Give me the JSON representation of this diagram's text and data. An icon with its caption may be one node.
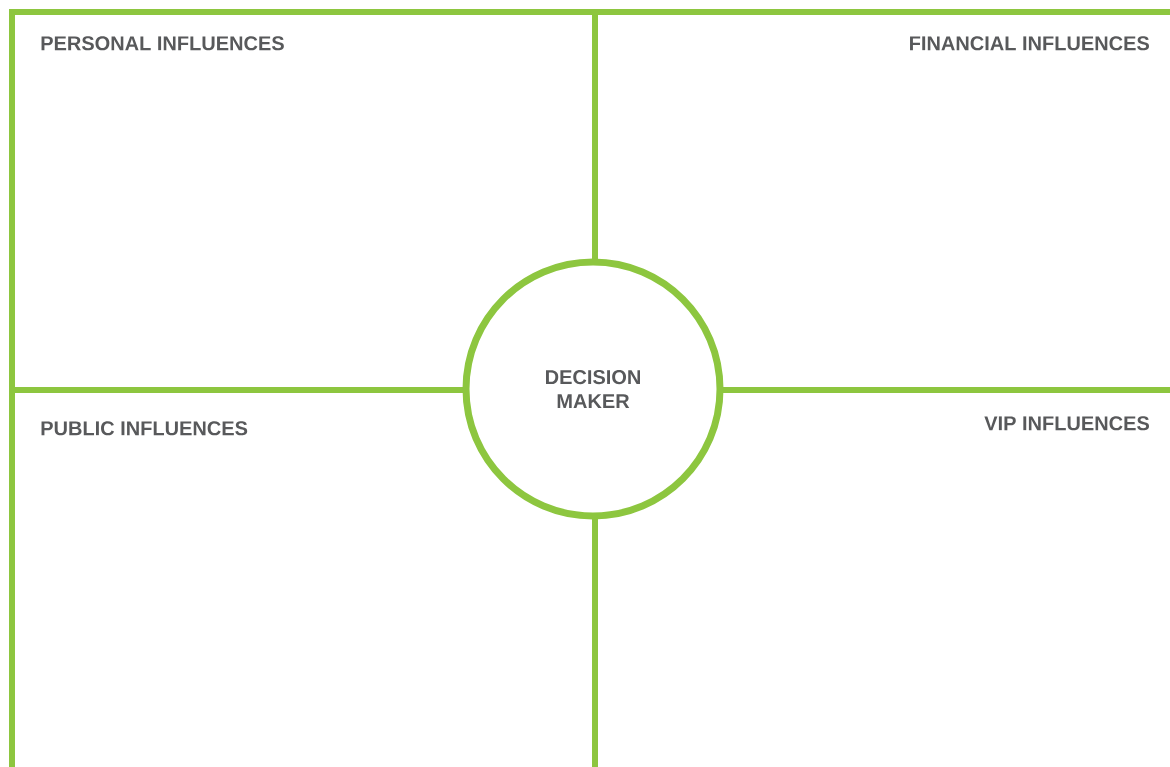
{
  "diagram": {
    "nodes": [
      {
        "text": [
          "PERSONAL INFLUENCES"
        ]
      },
      {
        "text": [
          "FINANCIAL INFLUENCES"
        ]
      },
      {
        "text": [
          "PUBLIC INFLUENCES"
        ]
      },
      {
        "text": [
          "VIP INFLUENCES"
        ]
      },
      {
        "text": [
          "DECISION MAKER"
        ]
      }
    ]
  }
}
